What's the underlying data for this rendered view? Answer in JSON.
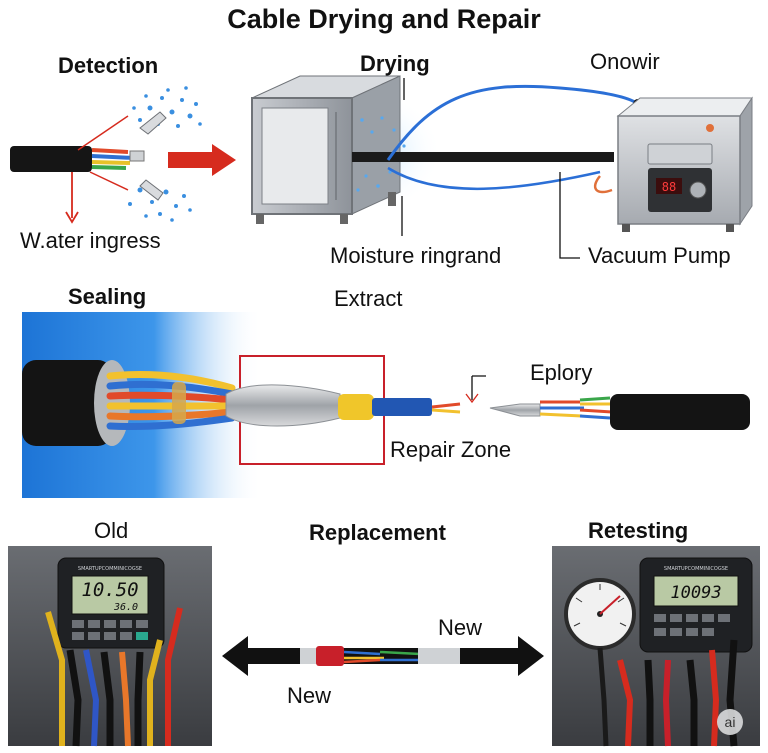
{
  "title": "Cable Drying and Repair",
  "labels": {
    "detection": "Detection",
    "water_ingress": "W.ater ingress",
    "drying": "Drying",
    "onowir": "Onowir",
    "moisture": "Moisture ringrand",
    "vacuum_pump": "Vacuum Pump",
    "sealing": "Sealing",
    "extract": "Extract",
    "eplory": "Eplory",
    "repair_zone": "Repair Zone",
    "old": "Old",
    "replacement": "Replacement",
    "retesting": "Retesting",
    "new_top": "New",
    "new_bottom": "New",
    "badge": "ai"
  },
  "displays": {
    "pump": "88",
    "meter_left_header": "SMARTUPCOMMINICOGSE",
    "meter_left_top": "10.50",
    "meter_left_bottom": "36.0",
    "meter_right_header": "SMARTUPCOMMINICOGSE",
    "meter_right": "10093"
  },
  "colors": {
    "cable": "#111111",
    "arrow_red": "#d62b1e",
    "accent_blue": "#2b6fd6",
    "repair_box": "#c8202a",
    "lcd": "#b9c9a4"
  }
}
